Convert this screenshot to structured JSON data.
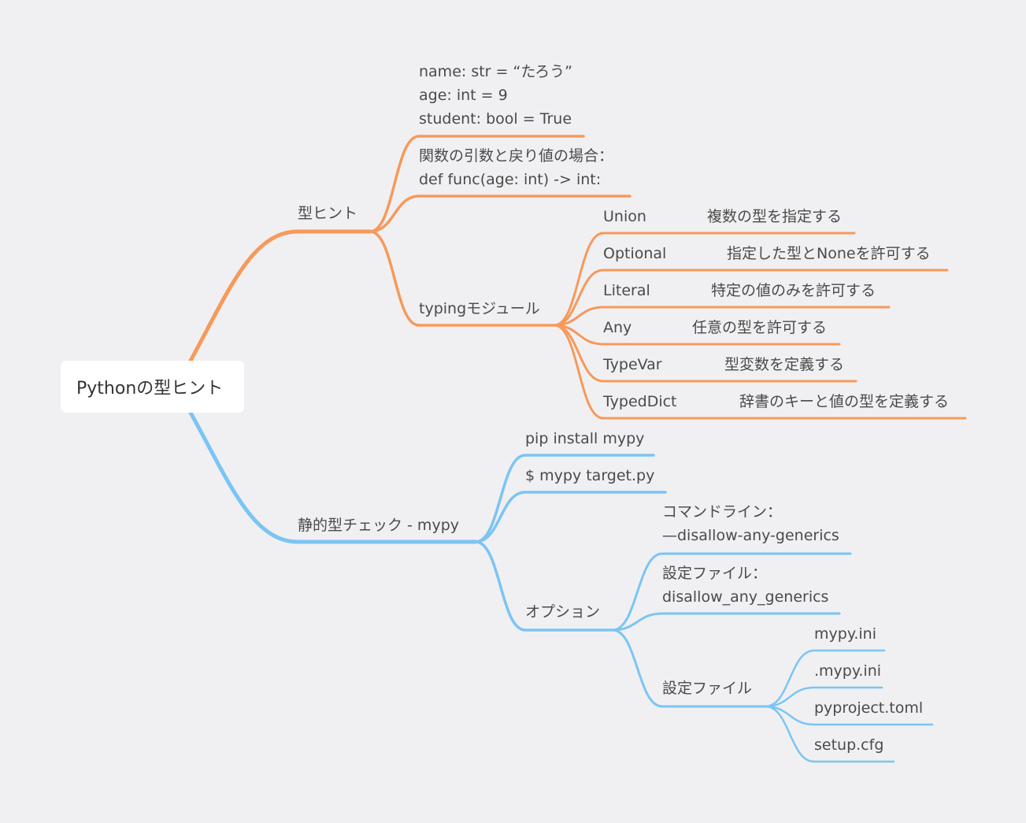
{
  "mindmap": {
    "root": "Pythonの型ヒント",
    "colors": {
      "orange": "#f7995b",
      "blue": "#7cc4f4"
    },
    "branches": [
      {
        "key": "type_hints",
        "label": "型ヒント",
        "color": "orange",
        "children": [
          {
            "key": "variables",
            "lines": [
              "name: str = “たろう”",
              "age: int = 9",
              "student: bool = True"
            ]
          },
          {
            "key": "function",
            "lines": [
              "関数の引数と戻り値の場合：",
              "def func(age: int) -> int:"
            ]
          },
          {
            "key": "typing",
            "label": "typingモジュール",
            "children": [
              {
                "key": "union",
                "label": "Union",
                "desc": "複数の型を指定する"
              },
              {
                "key": "optional",
                "label": "Optional",
                "desc": "指定した型とNoneを許可する"
              },
              {
                "key": "literal",
                "label": "Literal",
                "desc": "特定の値のみを許可する"
              },
              {
                "key": "any",
                "label": "Any",
                "desc": "任意の型を許可する"
              },
              {
                "key": "typevar",
                "label": "TypeVar",
                "desc": "型変数を定義する"
              },
              {
                "key": "typeddict",
                "label": "TypedDict",
                "desc": "辞書のキーと値の型を定義する"
              }
            ]
          }
        ]
      },
      {
        "key": "mypy",
        "label": "静的型チェック - mypy",
        "color": "blue",
        "children": [
          {
            "key": "install",
            "label": "pip install mypy"
          },
          {
            "key": "run",
            "label": "$ mypy target.py"
          },
          {
            "key": "options",
            "label": "オプション",
            "children": [
              {
                "key": "cli",
                "lines": [
                  "コマンドライン：",
                  "—disallow-any-generics"
                ]
              },
              {
                "key": "config_option",
                "lines": [
                  "設定ファイル：",
                  "disallow_any_generics"
                ]
              },
              {
                "key": "config_files",
                "label": "設定ファイル",
                "children": [
                  {
                    "key": "mypy_ini",
                    "label": "mypy.ini"
                  },
                  {
                    "key": "dot_mypy_ini",
                    "label": ".mypy.ini"
                  },
                  {
                    "key": "pyproject",
                    "label": "pyproject.toml"
                  },
                  {
                    "key": "setup_cfg",
                    "label": "setup.cfg"
                  }
                ]
              }
            ]
          }
        ]
      }
    ]
  }
}
